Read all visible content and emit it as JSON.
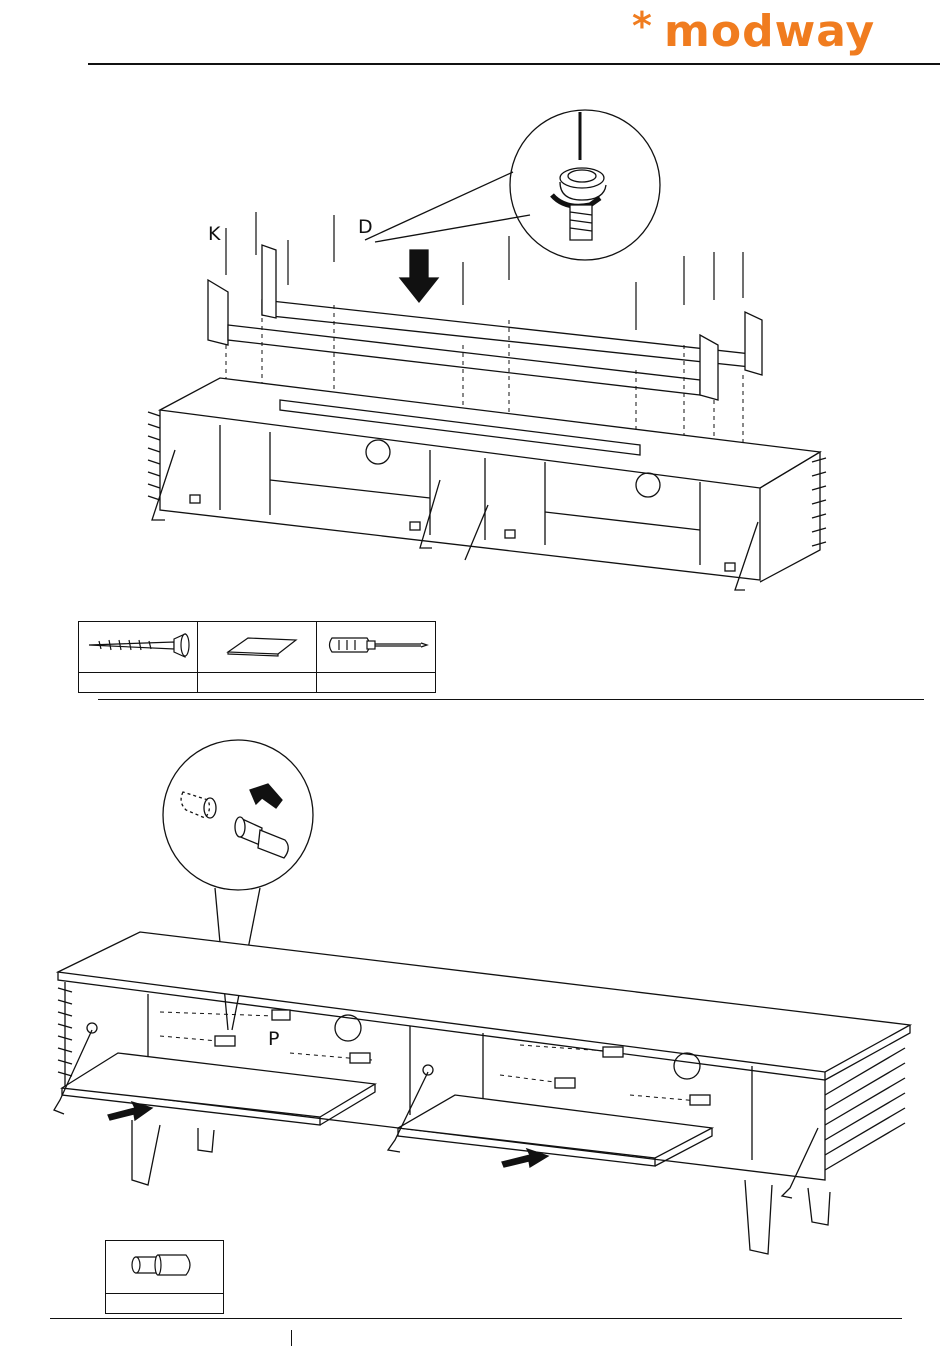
{
  "brand": {
    "name": "modway",
    "star": "*"
  },
  "step1": {
    "labels": {
      "k": "K",
      "d": "D"
    },
    "parts_table": [
      "screw",
      "pad",
      "screwdriver"
    ]
  },
  "step2": {
    "labels": {
      "p": "P"
    },
    "parts_table": [
      "shelf-pin"
    ]
  },
  "colors": {
    "brand_orange": "#f07c1f",
    "line": "#111111"
  }
}
